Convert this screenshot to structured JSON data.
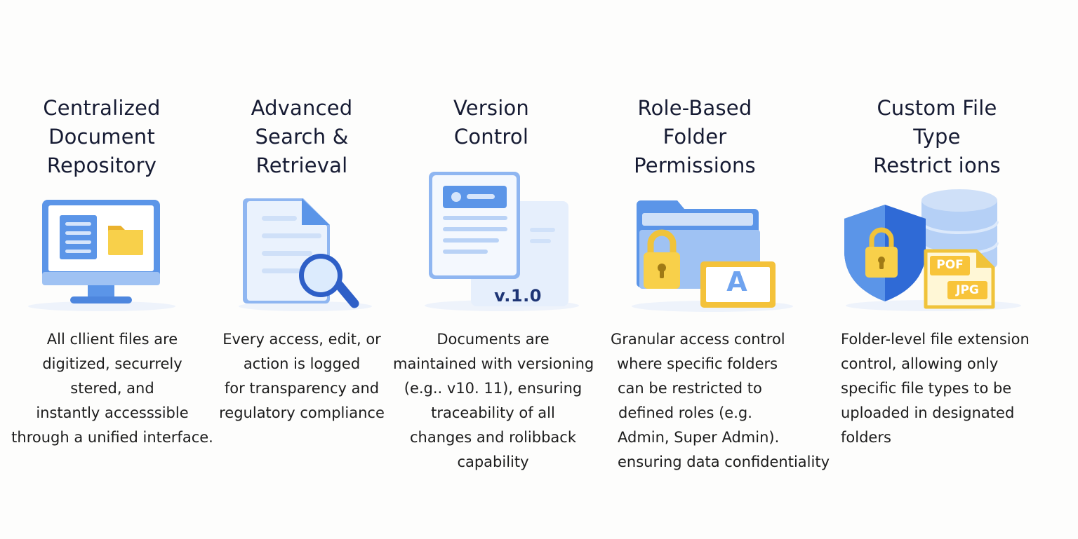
{
  "features": [
    {
      "title": [
        "Centralized",
        "Document",
        "Repository"
      ],
      "description": [
        "All cllient files are",
        "digitized, securrely",
        "stered, and",
        "instantly accesssible",
        "through a unified interface."
      ],
      "icon": "monitor-folder-icon"
    },
    {
      "title": [
        "Advanced",
        "Search &",
        "Retrieval"
      ],
      "description": [
        "Every access, edit, or",
        "action is logged",
        "for transparency and",
        "regulatory compliance"
      ],
      "icon": "document-search-icon"
    },
    {
      "title": [
        "Version",
        "Control"
      ],
      "description": [
        "Documents are",
        "maintained with versioning",
        "(e.g.. v10. 11), ensuring",
        "traceability of all",
        "changes and rolibback",
        "capability"
      ],
      "icon": "versioned-documents-icon",
      "icon_label": "v.1.0"
    },
    {
      "title": [
        "Role-Based",
        "Folder",
        "Permissions"
      ],
      "description": [
        "Granular access control",
        "where specific folders",
        "can be restricted to",
        "defined roles (e.g.",
        "Admin, Super Admin).",
        "ensuring data confidentiality"
      ],
      "icon": "locked-folder-icon",
      "icon_label": "A"
    },
    {
      "title": [
        "Custom File",
        "Type",
        "Restrict ions"
      ],
      "description": [
        "Folder-level file extension",
        "control, allowing only",
        "specific file types to be",
        "uploaded in designated",
        "folders"
      ],
      "icon": "shield-database-icon",
      "icon_labels": [
        "POF",
        "JPG"
      ]
    }
  ],
  "colors": {
    "blue_dark": "#3f7ee3",
    "blue_mid": "#8fb6f1",
    "blue_light": "#d6e5fb",
    "yellow": "#f8d04a",
    "yellow_dark": "#eab22e"
  }
}
